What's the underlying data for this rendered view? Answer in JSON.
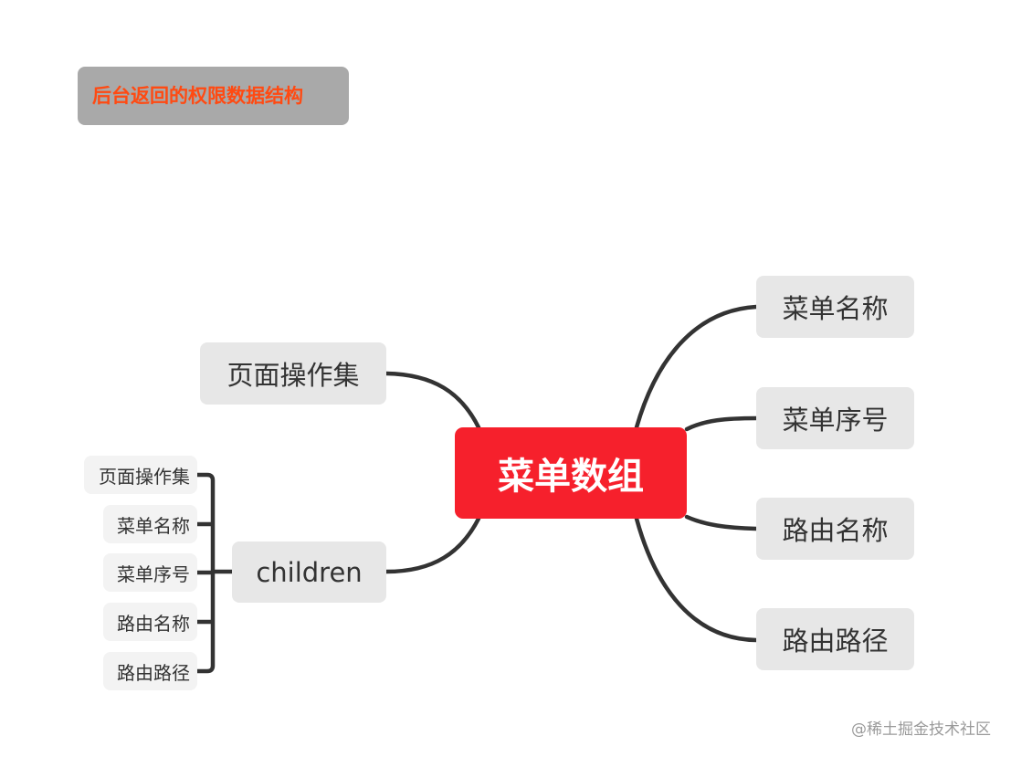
{
  "title_badge": "后台返回的权限数据结构",
  "central_topic": "菜单数组",
  "left_branches": {
    "page_actions": "页面操作集",
    "children": "children"
  },
  "right_branches": [
    "菜单名称",
    "菜单序号",
    "路由名称",
    "路由路径"
  ],
  "children_items": [
    "页面操作集",
    "菜单名称",
    "菜单序号",
    "路由名称",
    "路由路径"
  ],
  "watermark": "@稀土掘金技术社区",
  "colors": {
    "central": "#f6202c",
    "title_text": "#ff4a12",
    "title_bg": "#a9a9a9",
    "node_bg": "#e7e7e7",
    "connector": "#333333"
  }
}
